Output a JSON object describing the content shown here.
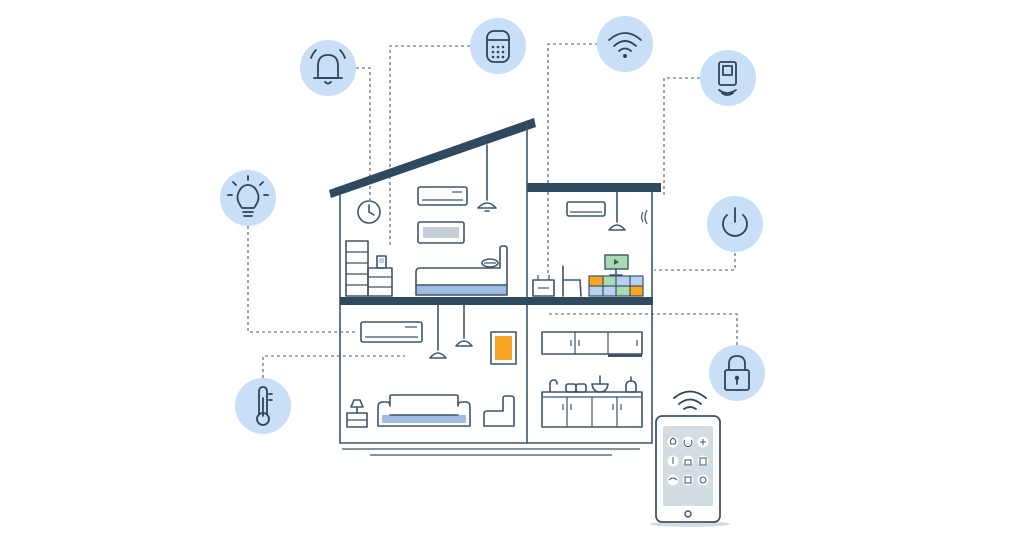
{
  "colors": {
    "line": "#3f5569",
    "roof": "#2f4a5e",
    "icon_circle": "#c9def7",
    "accent_orange": "#f6a623",
    "accent_green": "#a9dbb3",
    "accent_blue": "#b8d1f0",
    "bed_blue": "#9fbde3"
  },
  "icons": [
    "bell-icon",
    "smart-speaker-icon",
    "wifi-icon",
    "thermostat-icon",
    "light-bulb-icon",
    "power-icon",
    "lock-icon",
    "thermometer-icon"
  ],
  "phone_icons": [
    "bulb",
    "power",
    "fan",
    "temperature",
    "lock",
    "speaker",
    "wifi",
    "window",
    "clock"
  ]
}
